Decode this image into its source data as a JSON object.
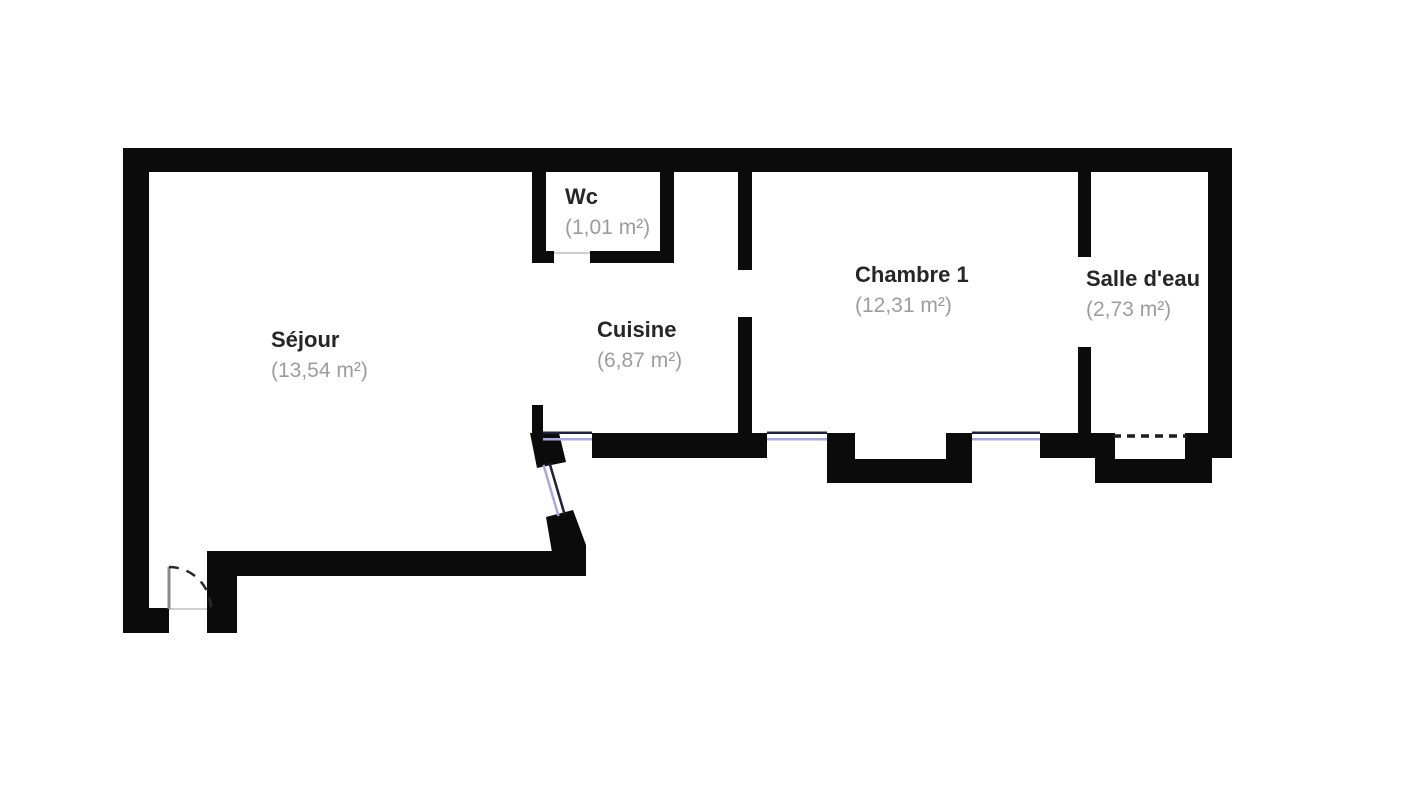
{
  "floorplan": {
    "type": "apartment-floor-plan",
    "rooms": [
      {
        "id": "sejour",
        "name": "Séjour",
        "area": "(13,54 m²)"
      },
      {
        "id": "cuisine",
        "name": "Cuisine",
        "area": "(6,87 m²)"
      },
      {
        "id": "wc",
        "name": "Wc",
        "area": "(1,01 m²)"
      },
      {
        "id": "chambre1",
        "name": "Chambre 1",
        "area": "(12,31 m²)"
      },
      {
        "id": "salle_eau",
        "name": "Salle d'eau",
        "area": "(2,73 m²)"
      }
    ],
    "colors": {
      "wall": "#0b0b0b",
      "room_name": "#262626",
      "room_area": "#9c9c9c",
      "window_dark": "#20203a",
      "window_accent": "#a9a9d9",
      "threshold": "#cfcfcf",
      "door_leaf": "#8a8a8a",
      "door_arc": "#2a2a2a"
    }
  }
}
